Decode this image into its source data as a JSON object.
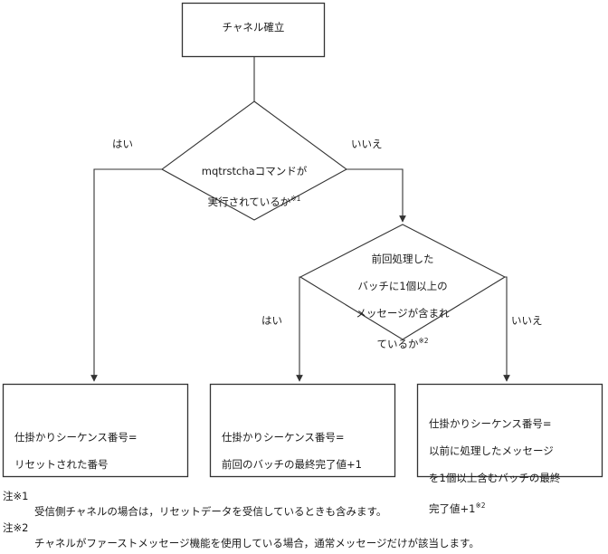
{
  "diagram": {
    "type": "flowchart",
    "title_node": {
      "label": "チャネル確立"
    },
    "decisions": [
      {
        "id": "decision-1",
        "line1": "mqtrstchaコマンドが",
        "line2": "実行されているか",
        "footnote_marker": "※1",
        "yes_label": "はい",
        "no_label": "いいえ"
      },
      {
        "id": "decision-2",
        "line1": "前回処理した",
        "line2": "バッチに1個以上の",
        "line3": "メッセージが含まれ",
        "line4": "ているか",
        "footnote_marker": "※2",
        "yes_label": "はい",
        "no_label": "いいえ"
      }
    ],
    "results": [
      {
        "id": "result-1",
        "line1": "仕掛かりシーケンス番号=",
        "line2": "リセットされた番号",
        "line3": "",
        "line4": "",
        "footnote_marker": ""
      },
      {
        "id": "result-2",
        "line1": "仕掛かりシーケンス番号=",
        "line2": "前回のバッチの最終完了値+1",
        "line3": "",
        "line4": "",
        "footnote_marker": ""
      },
      {
        "id": "result-3",
        "line1": "仕掛かりシーケンス番号=",
        "line2": "以前に処理したメッセージ",
        "line3": "を1個以上含むバッチの最終",
        "line4": "完了値+1",
        "footnote_marker": "※2"
      }
    ],
    "notes": [
      {
        "head": "注※1",
        "body": "受信側チャネルの場合は，リセットデータを受信しているときも含みます。"
      },
      {
        "head": "注※2",
        "body": "チャネルがファーストメッセージ機能を使用している場合，通常メッセージだけが該当します。"
      }
    ],
    "colors": {
      "stroke": "#333333",
      "text": "#1a1a1a",
      "background": "#ffffff"
    }
  }
}
